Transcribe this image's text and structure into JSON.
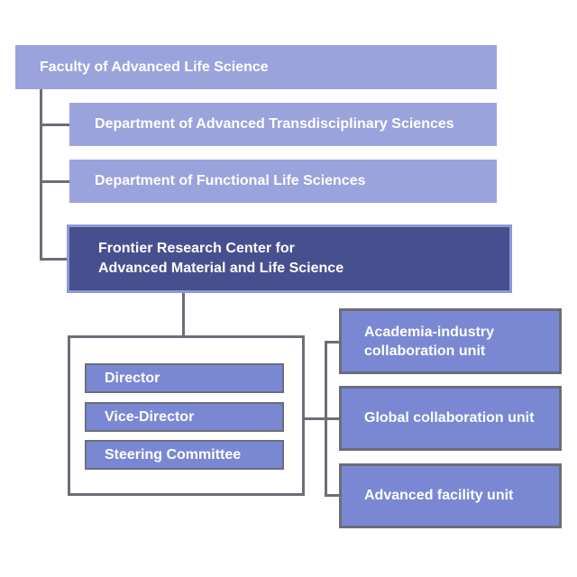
{
  "faculty": {
    "label": "Faculty of Advanced Life Science"
  },
  "departments": [
    {
      "label": "Department of Advanced Transdisciplinary Sciences"
    },
    {
      "label": "Department of Functional Life Sciences"
    }
  ],
  "center": {
    "line1": "Frontier Research Center for",
    "line2": "Advanced Material and Life Science"
  },
  "leadership": [
    {
      "label": "Director"
    },
    {
      "label": "Vice-Director"
    },
    {
      "label": "Steering Committee"
    }
  ],
  "units": [
    {
      "line1": "Academia-industry",
      "line2": "collaboration unit"
    },
    {
      "line1": "Global collaboration unit",
      "line2": ""
    },
    {
      "line1": "Advanced facility unit",
      "line2": ""
    }
  ],
  "colors": {
    "light_box": "#9aa3dc",
    "dark_box": "#47508f",
    "unit_box": "#7a88d4",
    "connector": "#6b6e78"
  }
}
